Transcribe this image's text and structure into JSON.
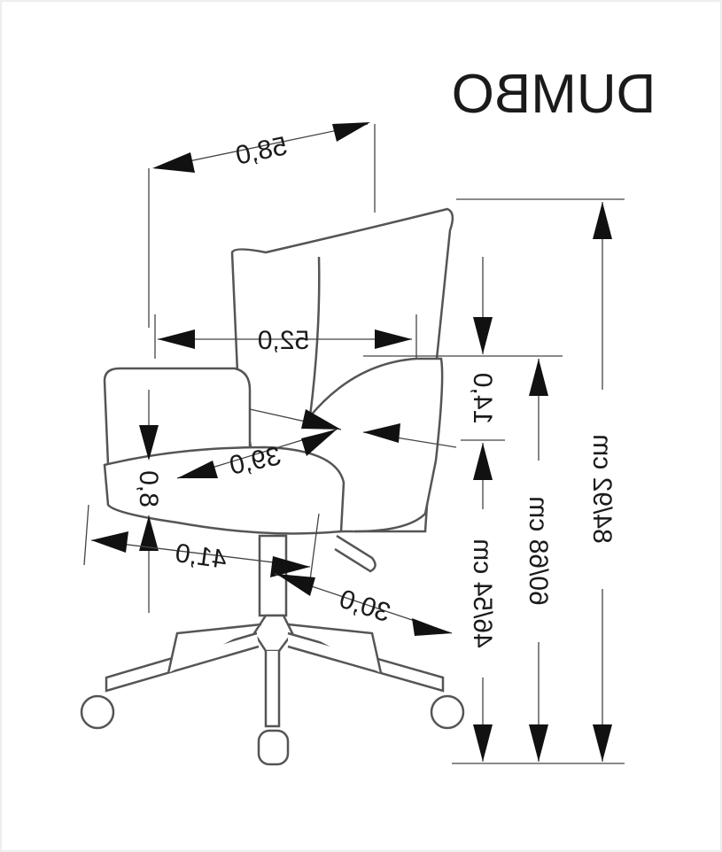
{
  "title": "DUMBO",
  "dimensions": {
    "total_width": "58,0",
    "inner_width": "52,0",
    "armrest_height": "14,0",
    "seat_depth": "39,0",
    "seat_thickness": "8,0",
    "seat_width": "41,0",
    "base_radius": "30,0",
    "seat_height": "46/54 cm",
    "armrest_floor_height": "60/68 cm",
    "total_height": "84/92 cm"
  }
}
